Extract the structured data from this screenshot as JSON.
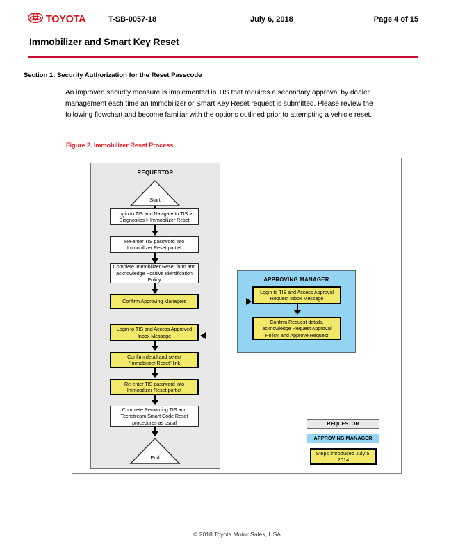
{
  "header": {
    "logo_icon": "toyota-emblem-icon",
    "logo_word": "TOYOTA",
    "bulletin_number": "T-SB-0057-18",
    "date": "July 6, 2018",
    "page": "Page 4 of 15",
    "accent_color": "#C8102E"
  },
  "title": "Immobilizer and Smart Key Reset",
  "section": {
    "heading": "Section 1: Security Authorization for the Reset Passcode",
    "paragraph": "An improved security measure is implemented in TIS that requires a secondary approval by dealer management each time an Immobilizer or Smart Key Reset request is submitted. Please review the following flowchart and become familiar with the options outlined prior to attempting a vehicle reset."
  },
  "figure": {
    "caption": "Figure 2. Immobilizer Reset Process",
    "caption_color": "#ED1C24",
    "lanes": {
      "requestor": {
        "title": "REQUESTOR",
        "fill": "#E8E8E8",
        "nodes": [
          {
            "id": "start",
            "shape": "triangle",
            "label": "Start"
          },
          {
            "id": "r1",
            "shape": "process",
            "style": "white",
            "label": "Login to TIS and Navigate to TIS > Diagnostics > Immobilizer Reset"
          },
          {
            "id": "r2",
            "shape": "process",
            "style": "white",
            "label": "Re-enter TIS password into Immobilizer Reset portlet"
          },
          {
            "id": "r3",
            "shape": "process",
            "style": "white",
            "label": "Complete Immobilizer Reset form and acknowledge Positive Identification Policy"
          },
          {
            "id": "r4",
            "shape": "process",
            "style": "yellow",
            "label": "Confirm Approving Managers"
          },
          {
            "id": "r5",
            "shape": "process",
            "style": "yellow",
            "label": "Login to TIS and Access Approved Inbox Message"
          },
          {
            "id": "r6",
            "shape": "process",
            "style": "yellow",
            "label": "Confirm detail and select \"Immobilizer Reset\" link"
          },
          {
            "id": "r7",
            "shape": "process",
            "style": "yellow",
            "label": "Re-enter TIS password into Immobilizer Reset portlet"
          },
          {
            "id": "r8",
            "shape": "process",
            "style": "white",
            "label": "Complete Remaining TIS and Techstream Smart Code Reset procedures as usual"
          },
          {
            "id": "end",
            "shape": "triangle",
            "label": "End"
          }
        ]
      },
      "manager": {
        "title": "APPROVING MANAGER",
        "fill": "#92D4F2",
        "nodes": [
          {
            "id": "m1",
            "shape": "process",
            "style": "yellow",
            "label": "Login to TIS and Access Approval Request Inbox Message"
          },
          {
            "id": "m2",
            "shape": "process",
            "style": "yellow",
            "label": "Confirm Request details, acknowledge Request Approval Policy, and Approve Request"
          }
        ]
      }
    },
    "legend": [
      {
        "id": "legend-requestor",
        "label": "REQUESTOR",
        "fill": "#E8E8E8"
      },
      {
        "id": "legend-manager",
        "label": "APPROVING MANAGER",
        "fill": "#92D4F2"
      },
      {
        "id": "legend-steps",
        "label": "Steps introduced July 5, 2014",
        "fill": "#F2E96B"
      }
    ],
    "node_yellow_fill": "#F2E96B"
  },
  "footer": "© 2018 Toyota Motor Sales, USA"
}
